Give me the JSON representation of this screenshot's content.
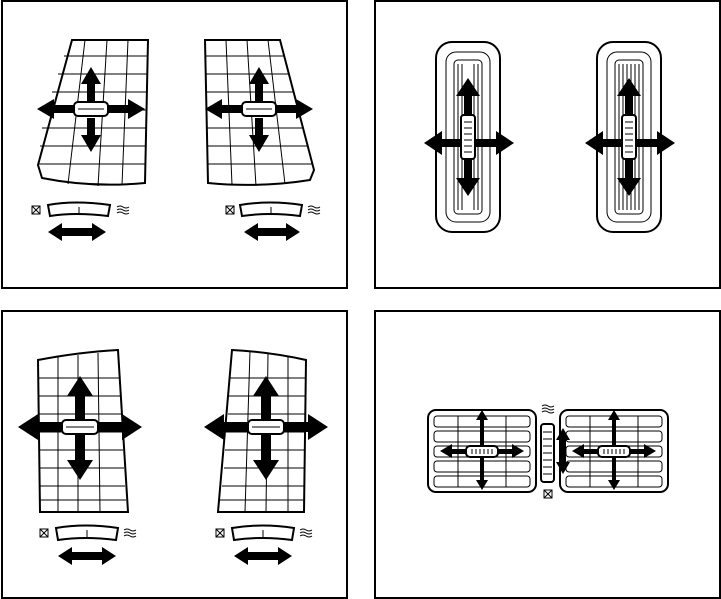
{
  "figure": {
    "panels": [
      {
        "id": "p1",
        "subject": "front-side-vents",
        "icons": [
          "closed-icon",
          "airflow-icon"
        ]
      },
      {
        "id": "p2",
        "subject": "center-vents",
        "icons": []
      },
      {
        "id": "p3",
        "subject": "front-side-vents-alt",
        "icons": [
          "closed-icon",
          "airflow-icon"
        ]
      },
      {
        "id": "p4",
        "subject": "rear-vents",
        "icons": [
          "airflow-icon",
          "closed-icon"
        ]
      }
    ],
    "colors": {
      "line": "#000000",
      "background": "#ffffff"
    }
  }
}
